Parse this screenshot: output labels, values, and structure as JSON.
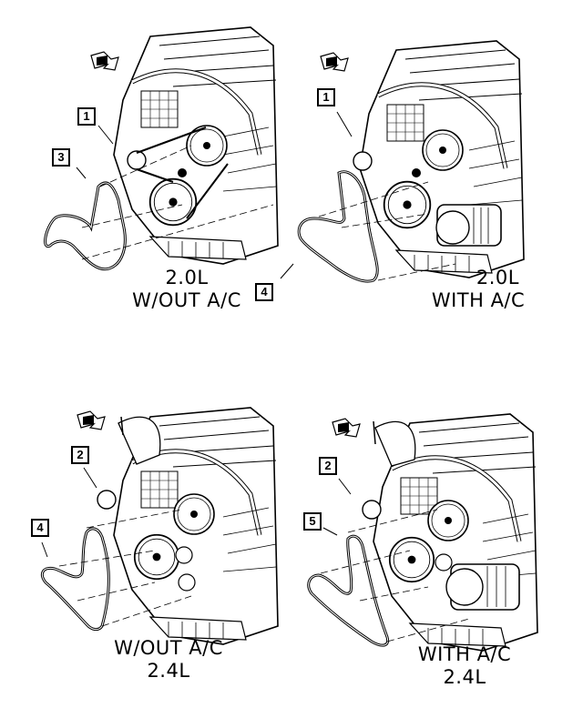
{
  "figure": {
    "panels": [
      {
        "id": "2-0l-without-ac",
        "caption_lines": [
          "2.0L",
          "W/OUT A/C"
        ],
        "callouts": [
          "1",
          "3"
        ],
        "forward_arrow_label": "FWD"
      },
      {
        "id": "2-0l-with-ac",
        "caption_lines": [
          "2.0L",
          "WITH A/C"
        ],
        "callouts": [
          "1",
          "4"
        ],
        "forward_arrow_label": "FWD"
      },
      {
        "id": "2-4l-without-ac",
        "caption_lines": [
          "W/OUT A/C",
          "2.4L"
        ],
        "callouts": [
          "2",
          "4"
        ],
        "forward_arrow_label": "FWD"
      },
      {
        "id": "2-4l-with-ac",
        "caption_lines": [
          "WITH A/C",
          "2.4L"
        ],
        "callouts": [
          "2",
          "5"
        ],
        "forward_arrow_label": "FWD"
      }
    ]
  }
}
